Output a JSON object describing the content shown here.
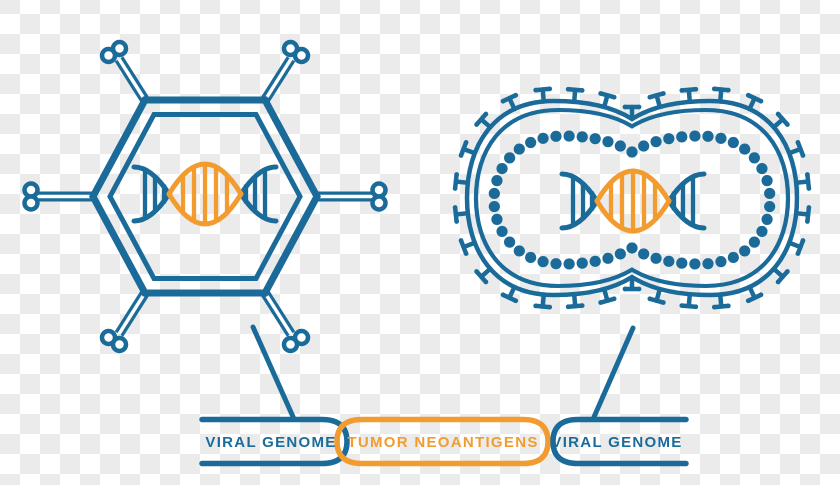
{
  "diagram": {
    "labels": {
      "left_pill": "VIRAL GENOME",
      "center_pill": "TUMOR NEOANTIGENS",
      "right_pill": "VIRAL GENOME"
    },
    "icons": {
      "left": "hexagonal-virus-capsid-with-dna-icon",
      "right": "tumor-cell-with-dna-icon",
      "genome": "dna-double-helix-icon"
    },
    "colors": {
      "blue": "#1a6b99",
      "orange": "#f29c30",
      "checker_gray": "#ebebeb",
      "background": "#ffffff"
    }
  }
}
